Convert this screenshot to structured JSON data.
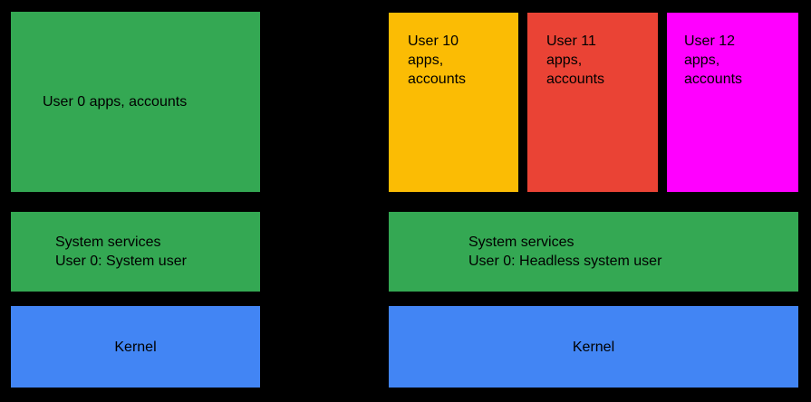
{
  "colors": {
    "background": "#000000",
    "text": "#000000",
    "green": "#34A853",
    "blue": "#4285F4",
    "yellow": "#FBBC04",
    "red": "#EA4335",
    "magenta": "#FF00FF"
  },
  "left_stack": {
    "apps_box": {
      "label": "User 0 apps, accounts",
      "color": "#34A853"
    },
    "services_box": {
      "lines": [
        "System services",
        "User 0: System user"
      ],
      "color": "#34A853"
    },
    "kernel_box": {
      "label": "Kernel",
      "color": "#4285F4"
    }
  },
  "right_stack": {
    "user_boxes": [
      {
        "lines": [
          "User 10",
          "apps,",
          "accounts"
        ],
        "color": "#FBBC04"
      },
      {
        "lines": [
          "User 11",
          "apps,",
          "accounts"
        ],
        "color": "#EA4335"
      },
      {
        "lines": [
          "User 12",
          "apps,",
          "accounts"
        ],
        "color": "#FF00FF"
      }
    ],
    "services_box": {
      "lines": [
        "System services",
        "User 0: Headless system user"
      ],
      "color": "#34A853"
    },
    "kernel_box": {
      "label": "Kernel",
      "color": "#4285F4"
    }
  }
}
